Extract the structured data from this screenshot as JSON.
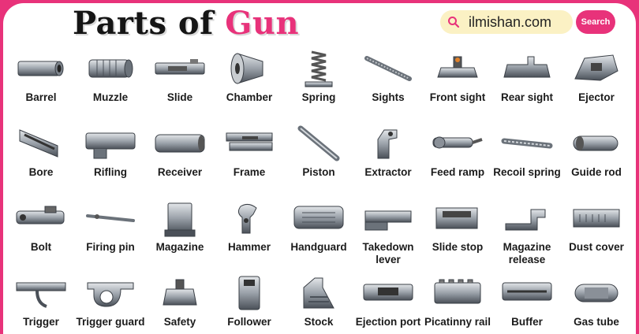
{
  "title": {
    "part1": "Parts of",
    "part2": "Gun"
  },
  "search": {
    "value": "ilmishan.com",
    "button_label": "Search"
  },
  "colors": {
    "accent": "#e8327a",
    "search_bg": "#fbf1c4",
    "card": "#ffffff"
  },
  "parts": [
    {
      "name": "barrel",
      "label": "Barrel",
      "icon": "barrel-icon"
    },
    {
      "name": "muzzle",
      "label": "Muzzle",
      "icon": "muzzle-icon"
    },
    {
      "name": "slide",
      "label": "Slide",
      "icon": "slide-icon"
    },
    {
      "name": "chamber",
      "label": "Chamber",
      "icon": "chamber-icon"
    },
    {
      "name": "spring",
      "label": "Spring",
      "icon": "spring-icon"
    },
    {
      "name": "sights",
      "label": "Sights",
      "icon": "sights-icon"
    },
    {
      "name": "front-sight",
      "label": "Front sight",
      "icon": "front-sight-icon"
    },
    {
      "name": "rear-sight",
      "label": "Rear sight",
      "icon": "rear-sight-icon"
    },
    {
      "name": "ejector",
      "label": "Ejector",
      "icon": "ejector-icon"
    },
    {
      "name": "bore",
      "label": "Bore",
      "icon": "bore-icon"
    },
    {
      "name": "rifling",
      "label": "Rifling",
      "icon": "rifling-icon"
    },
    {
      "name": "receiver",
      "label": "Receiver",
      "icon": "receiver-icon"
    },
    {
      "name": "frame",
      "label": "Frame",
      "icon": "frame-icon"
    },
    {
      "name": "piston",
      "label": "Piston",
      "icon": "piston-icon"
    },
    {
      "name": "extractor",
      "label": "Extractor",
      "icon": "extractor-icon"
    },
    {
      "name": "feed-ramp",
      "label": "Feed ramp",
      "icon": "feed-ramp-icon"
    },
    {
      "name": "recoil-spring",
      "label": "Recoil spring",
      "icon": "recoil-spring-icon"
    },
    {
      "name": "guide-rod",
      "label": "Guide rod",
      "icon": "guide-rod-icon"
    },
    {
      "name": "bolt",
      "label": "Bolt",
      "icon": "bolt-icon"
    },
    {
      "name": "firing-pin",
      "label": "Firing pin",
      "icon": "firing-pin-icon"
    },
    {
      "name": "magazine",
      "label": "Magazine",
      "icon": "magazine-icon"
    },
    {
      "name": "hammer",
      "label": "Hammer",
      "icon": "hammer-icon"
    },
    {
      "name": "handguard",
      "label": "Handguard",
      "icon": "handguard-icon"
    },
    {
      "name": "takedown-lever",
      "label": "Takedown lever",
      "icon": "takedown-lever-icon"
    },
    {
      "name": "slide-stop",
      "label": "Slide stop",
      "icon": "slide-stop-icon"
    },
    {
      "name": "magazine-release",
      "label": "Magazine release",
      "icon": "magazine-release-icon"
    },
    {
      "name": "dust-cover",
      "label": "Dust cover",
      "icon": "dust-cover-icon"
    },
    {
      "name": "trigger",
      "label": "Trigger",
      "icon": "trigger-icon"
    },
    {
      "name": "trigger-guard",
      "label": "Trigger guard",
      "icon": "trigger-guard-icon"
    },
    {
      "name": "safety",
      "label": "Safety",
      "icon": "safety-icon"
    },
    {
      "name": "follower",
      "label": "Follower",
      "icon": "follower-icon"
    },
    {
      "name": "stock",
      "label": "Stock",
      "icon": "stock-icon"
    },
    {
      "name": "ejection-port",
      "label": "Ejection port",
      "icon": "ejection-port-icon"
    },
    {
      "name": "picatinny-rail",
      "label": "Picatinny rail",
      "icon": "picatinny-rail-icon"
    },
    {
      "name": "buffer",
      "label": "Buffer",
      "icon": "buffer-icon"
    },
    {
      "name": "gas-tube",
      "label": "Gas tube",
      "icon": "gas-tube-icon"
    }
  ]
}
